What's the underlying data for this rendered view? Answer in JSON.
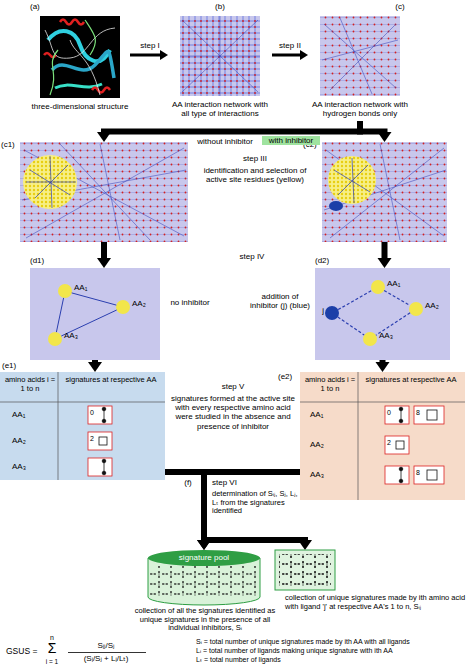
{
  "diagram": {
    "nodes": [
      {
        "text": [
          "(a)",
          "three-dimensional structure"
        ]
      },
      {
        "text": [
          "(b)",
          "AA interaction network with all type of interactions"
        ]
      },
      {
        "text": [
          "(c)",
          "AA interaction network with hydrogen bonds only"
        ]
      },
      {
        "text": [
          "(c1)"
        ]
      },
      {
        "text": [
          "(c2)"
        ]
      },
      {
        "text": [
          "(d1)",
          "no inhibitor"
        ]
      },
      {
        "text": [
          "AA₁"
        ],
        "in": 5
      },
      {
        "text": [
          "AA₂"
        ],
        "in": 5
      },
      {
        "text": [
          "AA₃"
        ],
        "in": 5
      },
      {
        "text": [
          "(d2)",
          "addition of inhibitor (j) (blue)"
        ]
      },
      {
        "text": [
          "j"
        ],
        "in": 9
      },
      {
        "text": [
          "AA₁"
        ],
        "in": 9
      },
      {
        "text": [
          "AA₂"
        ],
        "in": 9
      },
      {
        "text": [
          "AA₃"
        ],
        "in": 9
      },
      {
        "text": [
          "(e1)"
        ]
      },
      {
        "text": [
          "(e2)"
        ]
      },
      {
        "text": [
          "signature pool"
        ]
      }
    ],
    "edges": [
      {
        "from": 0,
        "to": 1,
        "arrow": "to",
        "label": "step I"
      },
      {
        "from": 1,
        "to": 2,
        "arrow": "to",
        "label": "step II"
      },
      {
        "from": 2,
        "to": 3,
        "arrow": "to",
        "label": "without inhibitor"
      },
      {
        "from": 2,
        "to": 4,
        "arrow": "to",
        "label": "with inhibitor"
      },
      {
        "from": 3,
        "to": 5,
        "arrow": "to"
      },
      {
        "from": 4,
        "to": 9,
        "arrow": "to"
      },
      {
        "from": 5,
        "to": 14,
        "arrow": "to"
      },
      {
        "from": 9,
        "to": 15,
        "arrow": "to"
      },
      {
        "from": 14,
        "to": 16,
        "arrow": "to"
      },
      {
        "from": 15,
        "to": 16,
        "arrow": "to"
      },
      {
        "from": 6,
        "to": 7,
        "arrow": "none"
      },
      {
        "from": 7,
        "to": 8,
        "arrow": "none"
      },
      {
        "from": 6,
        "to": 8,
        "arrow": "none"
      },
      {
        "from": 10,
        "to": 11,
        "arrow": "none"
      },
      {
        "from": 10,
        "to": 13,
        "arrow": "none"
      },
      {
        "from": 11,
        "to": 12,
        "arrow": "none"
      },
      {
        "from": 12,
        "to": 13,
        "arrow": "none"
      }
    ],
    "labels": [
      "step III",
      "identification and selection of active site residues (yellow)",
      "step IV",
      "amino acids i = 1 to n",
      "signatures at respective AA",
      "AA₁",
      "AA₂",
      "AA₃",
      "0",
      "2",
      "step V",
      "signatures formed at the active site with every respective amino acid were studied in the absence and presence of inhibitor",
      "amino acids i = 1 to n",
      "signatures at respective AA",
      "AA₁",
      "AA₂",
      "AA₃",
      "0",
      "8",
      "2",
      "8",
      "(f)",
      "step VI",
      "determination of Sᵢⱼ, Sⱼ, Lⱼ, Lₜ from the signatures identified",
      "collection of all the signatures identified as unique signatures in the presence of all individual inhibitors, Sᵢ",
      "collection of unique signatures made by ith amino acid with ligand 'j' at respective AA's 1 to n, Sᵢⱼ",
      "GSUS =",
      "n",
      "Σ",
      "i = 1",
      "Sᵢⱼ/Sⱼ",
      "(Sᵢ/Sⱼ + Lᵢ/Lₜ)",
      "Sᵢ = total number of unique signatures made by ith AA with all ligands",
      "Lᵢ = total number of ligands making unique signature with ith AA",
      "Lₜ = total number of ligands"
    ]
  }
}
